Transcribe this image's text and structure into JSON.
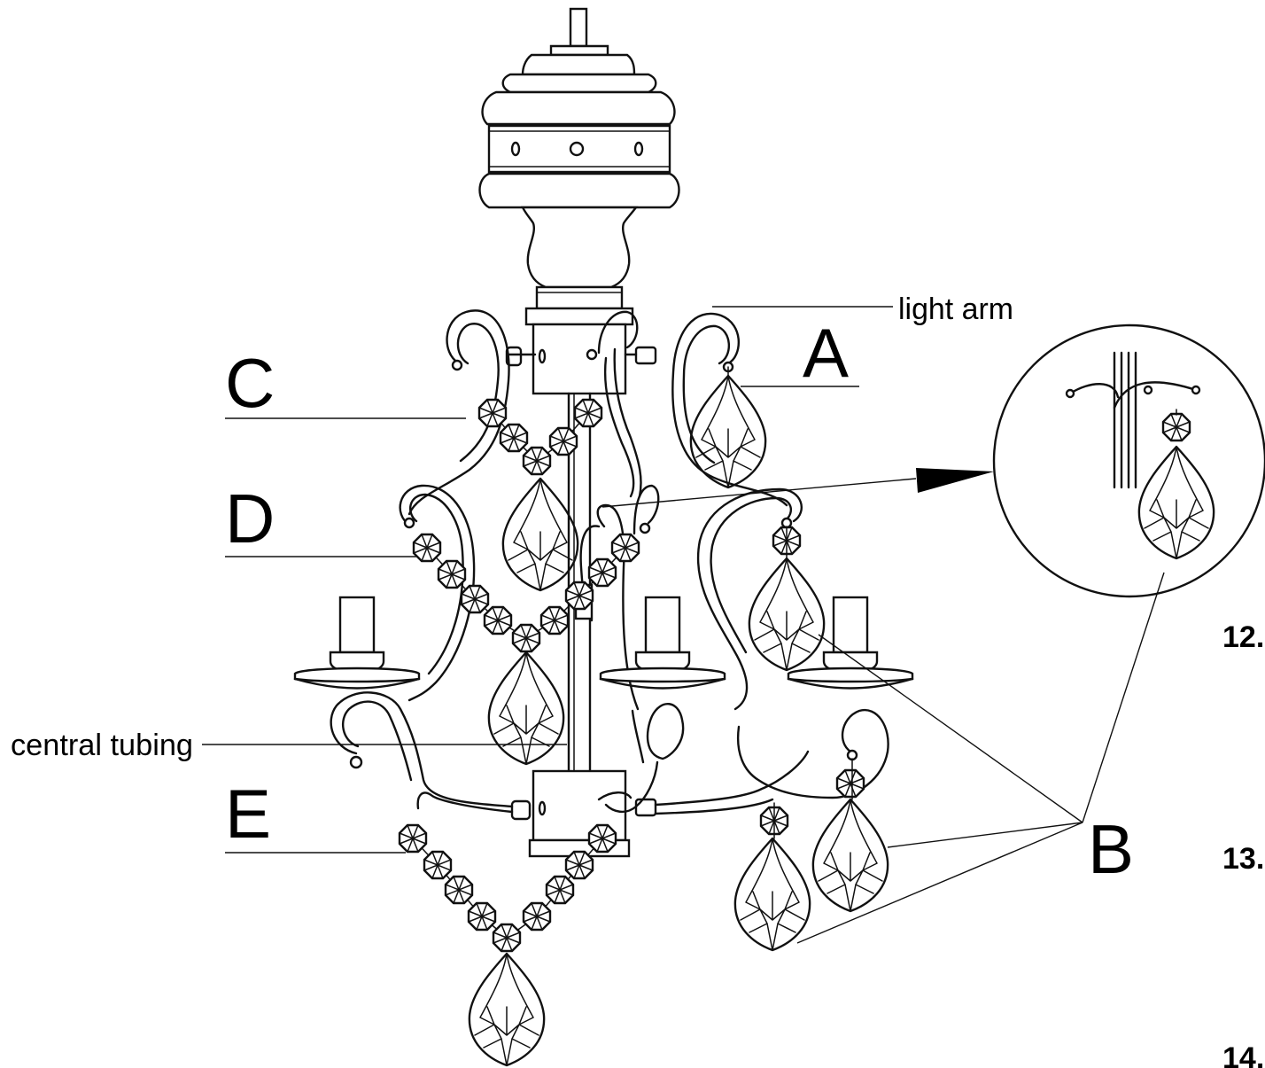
{
  "labels": {
    "a": "A",
    "b": "B",
    "c": "C",
    "d": "D",
    "e": "E"
  },
  "annotations": {
    "light_arm": "light arm",
    "central_tubing": "central tubing"
  },
  "steps": {
    "s12": "12.",
    "s13": "13.",
    "s14": "14."
  }
}
